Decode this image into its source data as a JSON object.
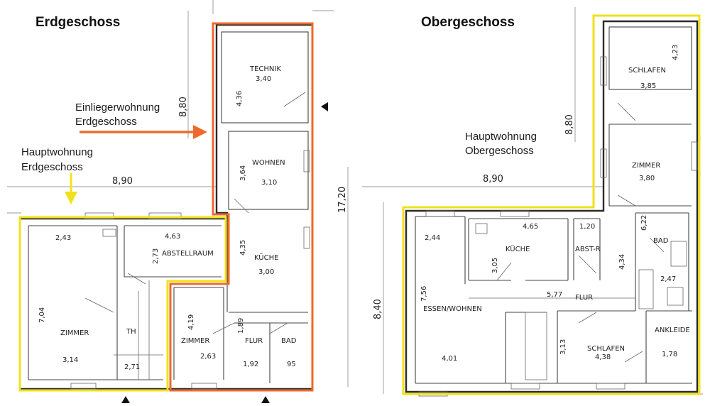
{
  "floors": [
    {
      "title": "Erdgeschoss",
      "annotations": [
        {
          "lines": [
            "Einliegerwohnung",
            "Erdgeschoss"
          ],
          "color": "#ee6a2c"
        },
        {
          "lines": [
            "Hauptwohnung",
            "Erdgeschoss"
          ],
          "color": "#f0e21a"
        }
      ],
      "rooms": [
        {
          "name": "TECHNIK",
          "size": "3,40"
        },
        {
          "name": "WOHNEN",
          "size": "3,10"
        },
        {
          "name": "KÜCHE",
          "size": "3,00"
        },
        {
          "name": "ABSTELLRAUM",
          "size": "4,63"
        },
        {
          "name": "ZIMMER",
          "size": "3,14"
        },
        {
          "name": "ZIMMER",
          "size": "2,63"
        },
        {
          "name": "FLUR",
          "size": "1,92"
        },
        {
          "name": "BAD",
          "size": "95"
        },
        {
          "name": "TH",
          "size": "2,71"
        }
      ],
      "dimensions": [
        "8,90",
        "8,80",
        "17,20",
        "4,36",
        "3,64",
        "4,35",
        "2,43",
        "2,73",
        "7,04",
        "4,19",
        "1,89"
      ]
    },
    {
      "title": "Obergeschoss",
      "annotations": [
        {
          "lines": [
            "Hauptwohnung",
            "Obergeschoss"
          ],
          "color": "#f0e21a"
        }
      ],
      "rooms": [
        {
          "name": "SCHLAFEN",
          "size": "3,85"
        },
        {
          "name": "ZIMMER",
          "size": "3,80"
        },
        {
          "name": "KÜCHE",
          "size": "4,65"
        },
        {
          "name": "ABST-R",
          "size": "1,20"
        },
        {
          "name": "BAD",
          "size": "2,47"
        },
        {
          "name": "ESSEN/WOHNEN",
          "size": "4,01"
        },
        {
          "name": "FLUR",
          "size": "5,77"
        },
        {
          "name": "SCHLAFEN",
          "size": "4,38"
        },
        {
          "name": "ANKLEIDE",
          "size": "1,78"
        }
      ],
      "dimensions": [
        "8,90",
        "8,80",
        "8,40",
        "4,23",
        "2,44",
        "3,05",
        "7,56",
        "4,34",
        "3,13",
        "6,22"
      ]
    }
  ],
  "colors": {
    "einlieger": "#ee6a2c",
    "hauptwohnung": "#f0e21a"
  }
}
